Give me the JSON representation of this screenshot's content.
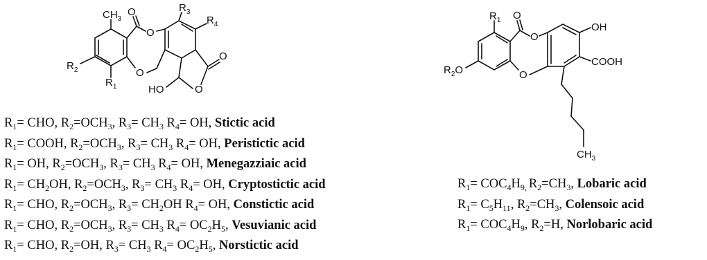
{
  "left_structure": {
    "labels": {
      "ch3": "CH",
      "ch3_sub": "3",
      "o_carbonyl_lactone": "O",
      "o_ring_ester": "O",
      "o_ether": "O",
      "o_lactone_ring": "O",
      "o_lactone_carbonyl": "O",
      "r1": "R",
      "r1_sub": "1",
      "r2": "R",
      "r2_sub": "2",
      "r3": "R",
      "r3_sub": "3",
      "r4": "R",
      "r4_sub": "4",
      "ho": "HO"
    }
  },
  "right_structure": {
    "labels": {
      "r1": "R",
      "r1_sub": "1",
      "o_carbonyl": "O",
      "o_ring_ester": "O",
      "o_ether": "O",
      "oh": "OH",
      "cooh": "COOH",
      "r2o_r": "R",
      "r2o_sub": "2",
      "r2o_o": "O",
      "ch3": "CH",
      "ch3_sub": "3"
    }
  },
  "left_rows": [
    {
      "p1": "R",
      "s1": "1",
      "p2": "= CHO, R",
      "s2": "2",
      "p3": "=OCH",
      "s3": "3",
      "p4": ", R",
      "s4": "3",
      "p5": "= CH",
      "s5": "3",
      "p6": " R",
      "s6": "4",
      "p7": "= OH, ",
      "name": "Stictic acid"
    },
    {
      "p1": "R",
      "s1": "1",
      "p2": "= COOH, R",
      "s2": "2",
      "p3": "=OCH",
      "s3": "3",
      "p4": ", R",
      "s4": "3",
      "p5": "= CH",
      "s5": "3",
      "p6": " R",
      "s6": "4",
      "p7": "= OH, ",
      "name": "Peristictic acid"
    },
    {
      "p1": "R",
      "s1": "1",
      "p2": "= OH, R",
      "s2": "2",
      "p3": "=OCH",
      "s3": "3",
      "p4": ", R",
      "s4": "3",
      "p5": "= CH",
      "s5": "3",
      "p6": " R",
      "s6": "4",
      "p7": "= OH, ",
      "name": "Menegazziaic acid"
    },
    {
      "p1": "R",
      "s1": "1",
      "p2": "= CH",
      "s2": "2",
      "p3": "OH, R",
      "s3": "2",
      "p4": "=OCH",
      "s4": "3",
      "p5": ", R",
      "s5": "3",
      "p6": "= CH",
      "s6": "3",
      "p7": " R",
      "s7": "4",
      "p8": "= OH, ",
      "name": "Cryptostictic acid"
    },
    {
      "p1": "R",
      "s1": "1",
      "p2": "= CHO, R",
      "s2": "2",
      "p3": "=OCH",
      "s3": "3",
      "p4": ", R",
      "s4": "3",
      "p5": "= CH",
      "s5": "2",
      "p6": "OH R",
      "s6": "4",
      "p7": "= OH, ",
      "name": "Constictic acid"
    },
    {
      "p1": "R",
      "s1": "1",
      "p2": "= CHO, R",
      "s2": "2",
      "p3": "=OCH",
      "s3": "3",
      "p4": ", R",
      "s4": "3",
      "p5": "= CH",
      "s5": "3",
      "p6": " R",
      "s6": "4",
      "p7": "= OC",
      "s7": "2",
      "p8": "H",
      "s8": "5",
      "p9": ", ",
      "name": "Vesuvianic acid"
    },
    {
      "p1": "R",
      "s1": "1",
      "p2": "= CHO, R",
      "s2": "2",
      "p3": "=OH, R",
      "s3": "3",
      "p4": "= CH",
      "s4": "3",
      "p5": " R",
      "s5": "4",
      "p6": "= OC",
      "s6": "2",
      "p7": "H",
      "s7": "5",
      "p8": ", ",
      "name": "Norstictic acid"
    }
  ],
  "right_rows": [
    {
      "p1": "R",
      "s1": "1",
      "p2": "= COC",
      "s2": "4",
      "p3": "H",
      "s3": "9, ",
      "p4": "R",
      "s4": "2",
      "p5": "=CH",
      "s5": "3",
      "p6": ", ",
      "name": "Lobaric acid"
    },
    {
      "p1": "R",
      "s1": "1",
      "p2": "= C",
      "s2": "5",
      "p3": "H",
      "s3": "11",
      "p4": ", R",
      "s4": "2",
      "p5": "=CH",
      "s5": "3",
      "p6": ", ",
      "name": "Colensoic acid"
    },
    {
      "p1": "R",
      "s1": "1",
      "p2": "= COC",
      "s2": "4",
      "p3": "H",
      "s3": "9",
      "p4": ", R",
      "s4": "2",
      "p5": "=H, ",
      "name": "Norlobaric acid"
    }
  ]
}
